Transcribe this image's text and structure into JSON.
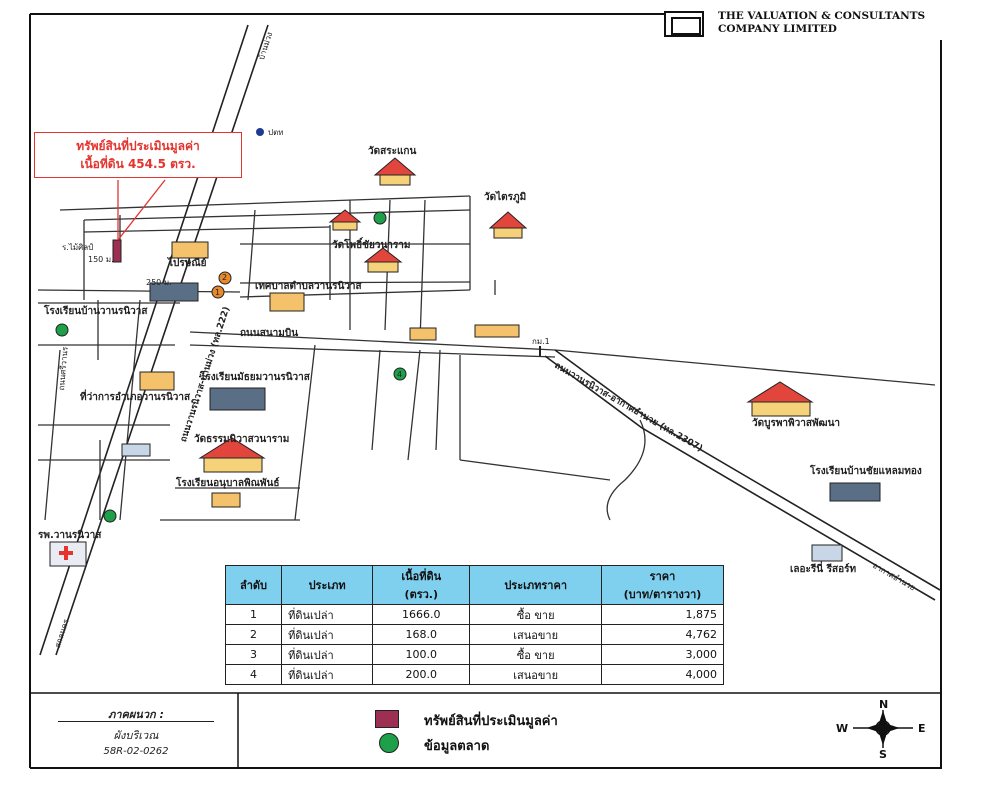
{
  "company": {
    "line1": "THE VALUATION & CONSULTANTS",
    "line2": "COMPANY LIMITED"
  },
  "callout": {
    "line1": "ทรัพย์สินที่ประเมินมูลค่า",
    "line2": "เนื้อที่ดิน 454.5 ตรว."
  },
  "places": {
    "wat_1": "วัดสระแกน",
    "wat_2": "วัดไตรภูมิ",
    "wat_3": "วัดโพธิ์ชัยวนาราม",
    "wat_4": "วัดบูรพาพิวาสพัฒนา",
    "wat_5": "วัดธรรมนิวาสวนาราม",
    "school_1": "โรงเรียนบ้านวานรนิวาส",
    "school_2": "โรงเรียนมัธยมวานรนิวาส",
    "school_3": "โรงเรียนอนุบาลพิณพันธ์",
    "school_4": "โรงเรียนบ้านชัยแหลมทอง",
    "municipality": "เทศบาลตำบลวานรนิวาส",
    "district_office": "ที่ว่าการอำเภอวานรนิวาส",
    "hospital": "รพ.วานรนิวาส",
    "resort": "เลอะรีนี่ รีสอร์ท",
    "post": "ไปรษณีย์",
    "ptt": "ปตท",
    "subject_ref": "ร.ไม้ศิลป์",
    "km_marker": "กม.1",
    "road_1": "ถนนสนามบิน",
    "road_2": "ถนนวานรนิวาส-อากาศอำนวย (ทล.2307)",
    "road_3": "ถนนวานรนิวาส-บ้านม่วง (ทล.222)",
    "road_top": "บ้านม่วง",
    "road_right": "อากาศอำนวย",
    "road_bottom": "สกลนคร",
    "road_left_v": "ถนนศรีวานร",
    "dist_1": "250 ม.",
    "dist_2": "150 ม.",
    "pts_1": "1",
    "pts_2": "2",
    "pts_4": "4"
  },
  "table": {
    "headers": [
      "ลำดับ",
      "ประเภท",
      "เนื้อที่ดิน",
      "ประเภทราคา",
      "ราคา"
    ],
    "header_sub": [
      "",
      "",
      "(ตรว.)",
      "",
      "(บาท/ตารางวา)"
    ],
    "rows": [
      [
        "1",
        "ที่ดินเปล่า",
        "1666.0",
        "ซื้อ ขาย",
        "1,875"
      ],
      [
        "2",
        "ที่ดินเปล่า",
        "168.0",
        "เสนอขาย",
        "4,762"
      ],
      [
        "3",
        "ที่ดินเปล่า",
        "100.0",
        "ซื้อ ขาย",
        "3,000"
      ],
      [
        "4",
        "ที่ดินเปล่า",
        "200.0",
        "เสนอขาย",
        "4,000"
      ]
    ]
  },
  "annex": {
    "title": "ภาคผนวก :",
    "subtitle": "ผังบริเวณ",
    "code": "58R-02-0262"
  },
  "legend": {
    "subject": "ทรัพย์สินที่ประเมินมูลค่า",
    "market": "ข้อมูลตลาด",
    "subject_color": "#9c2f52",
    "market_color": "#1ea04a"
  },
  "compass": {
    "n": "N",
    "s": "S",
    "e": "E",
    "w": "W"
  }
}
